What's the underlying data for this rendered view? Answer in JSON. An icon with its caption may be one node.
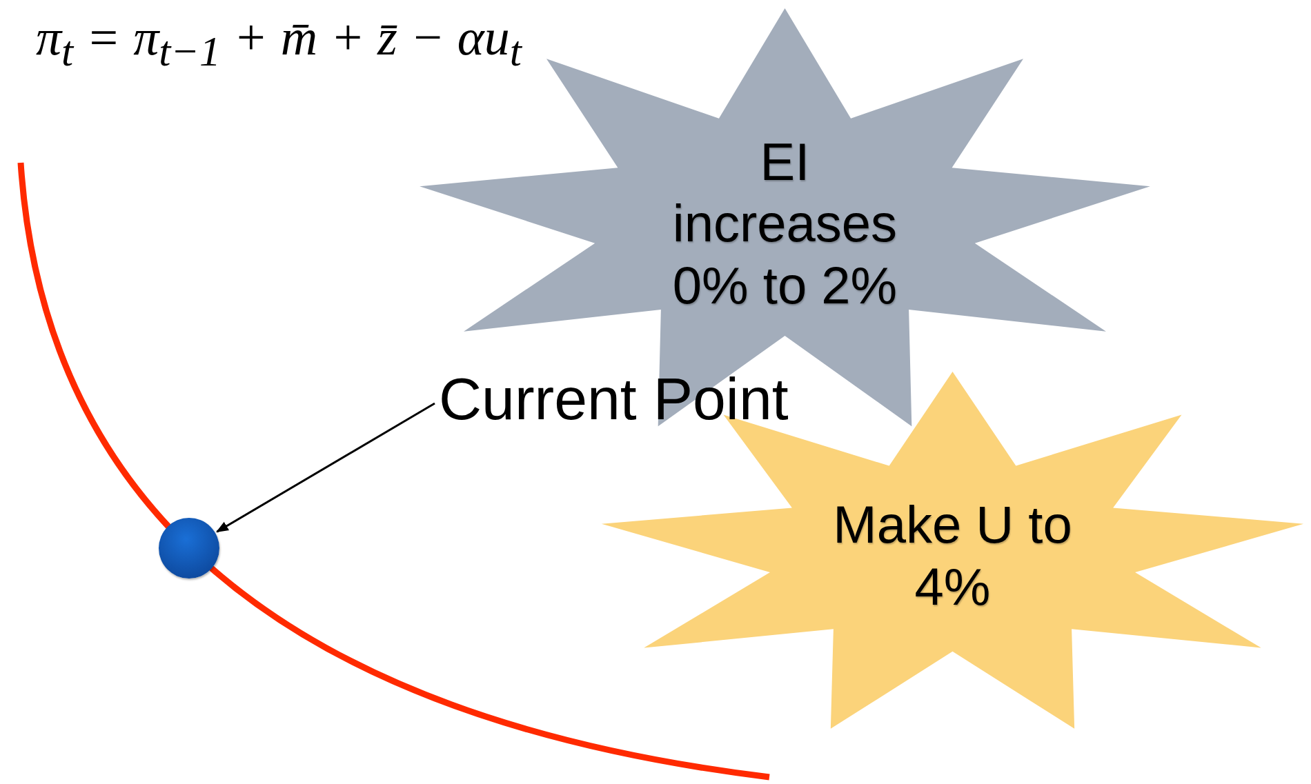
{
  "diagram": {
    "nodes": [
      {
        "text": [
          "Current Point"
        ]
      },
      {
        "text": [],
        "shape": "circle"
      },
      {
        "text": [
          "EI increases 0% to 2%"
        ]
      },
      {
        "text": [
          "Make U to 4%"
        ]
      }
    ],
    "edges": [
      {
        "from": 0,
        "to": 1,
        "arrow": "to"
      }
    ],
    "labels": [
      "π$_{t}$ = π$_{t−1}$ + m̄ + z̄ − αu$_{t}$"
    ]
  }
}
